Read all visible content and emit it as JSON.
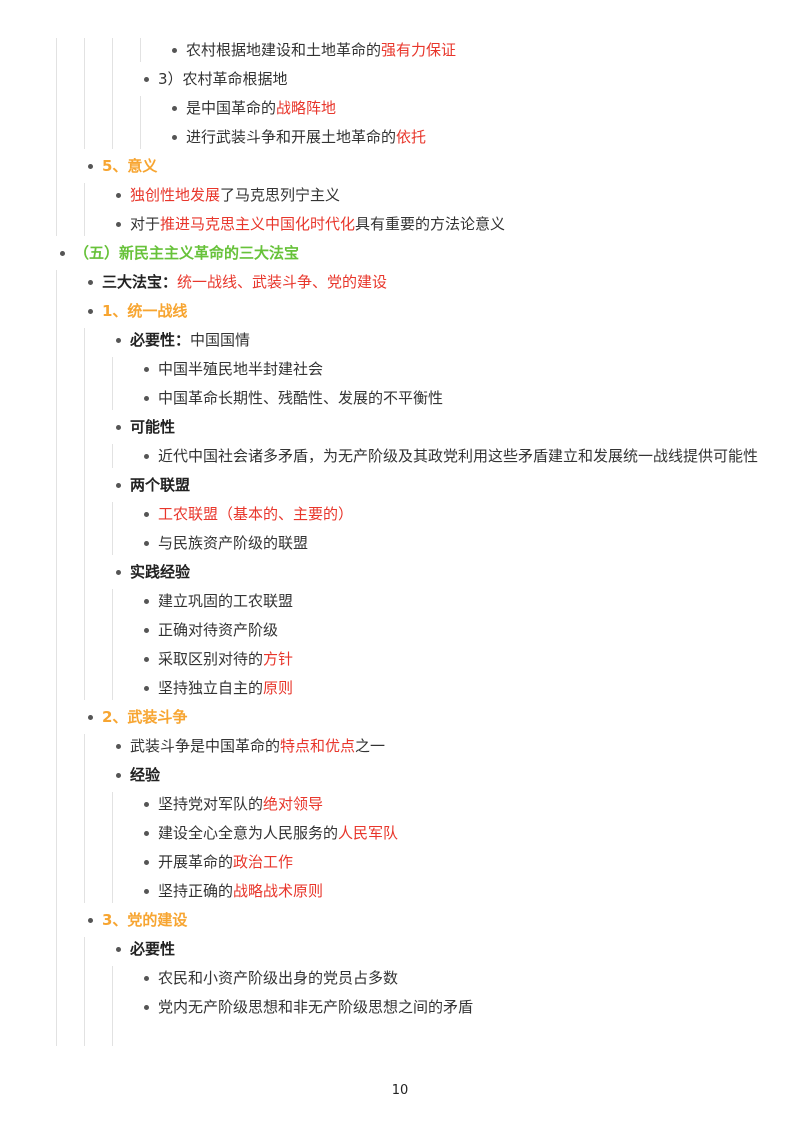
{
  "colors": {
    "red": "#e8362b",
    "orange": "#f7a531",
    "green": "#67c23a"
  },
  "outline": [
    {
      "cont": true,
      "children": [
        {
          "cont": true,
          "children": [
            {
              "cont": true,
              "children": [
                {
                  "cont": true,
                  "children": [
                    {
                      "segs": [
                        {
                          "t": "农村根据地建设和土地革命的",
                          "c": ""
                        },
                        {
                          "t": "强有力保证",
                          "c": "red"
                        }
                      ]
                    }
                  ]
                },
                {
                  "segs": [
                    {
                      "t": "3）农村革命根据地",
                      "c": ""
                    }
                  ],
                  "children": [
                    {
                      "segs": [
                        {
                          "t": "是中国革命的",
                          "c": ""
                        },
                        {
                          "t": "战略阵地",
                          "c": "red"
                        }
                      ]
                    },
                    {
                      "segs": [
                        {
                          "t": "进行武装斗争和开展土地革命的",
                          "c": ""
                        },
                        {
                          "t": "依托",
                          "c": "red"
                        }
                      ]
                    }
                  ]
                }
              ]
            }
          ]
        },
        {
          "segs": [
            {
              "t": "5、意义",
              "c": "orange"
            }
          ],
          "children": [
            {
              "segs": [
                {
                  "t": "独创性地发展",
                  "c": "red"
                },
                {
                  "t": "了马克思列宁主义",
                  "c": ""
                }
              ]
            },
            {
              "segs": [
                {
                  "t": "对于",
                  "c": ""
                },
                {
                  "t": "推进马克思主义中国化时代化",
                  "c": "red"
                },
                {
                  "t": "具有重要的方法论意义",
                  "c": ""
                }
              ]
            }
          ]
        }
      ]
    },
    {
      "segs": [
        {
          "t": "（五）新民主主义革命的三大法宝",
          "c": "green"
        }
      ],
      "children": [
        {
          "segs": [
            {
              "t": "三大法宝：",
              "c": "bold"
            },
            {
              "t": "统一战线、武装斗争、党的建设",
              "c": "red"
            }
          ]
        },
        {
          "segs": [
            {
              "t": "1、统一战线",
              "c": "orange"
            }
          ],
          "children": [
            {
              "segs": [
                {
                  "t": "必要性：",
                  "c": "bold"
                },
                {
                  "t": "中国国情",
                  "c": ""
                }
              ],
              "children": [
                {
                  "segs": [
                    {
                      "t": "中国半殖民地半封建社会",
                      "c": ""
                    }
                  ]
                },
                {
                  "segs": [
                    {
                      "t": "中国革命长期性、残酷性、发展的不平衡性",
                      "c": ""
                    }
                  ]
                }
              ]
            },
            {
              "segs": [
                {
                  "t": "可能性",
                  "c": "bold"
                }
              ],
              "children": [
                {
                  "segs": [
                    {
                      "t": "近代中国社会诸多矛盾，为无产阶级及其政党利用这些矛盾建立和发展统一战线提供可能性",
                      "c": ""
                    }
                  ]
                }
              ]
            },
            {
              "segs": [
                {
                  "t": "两个联盟",
                  "c": "bold"
                }
              ],
              "children": [
                {
                  "segs": [
                    {
                      "t": "工农联盟（基本的、主要的）",
                      "c": "red"
                    }
                  ]
                },
                {
                  "segs": [
                    {
                      "t": "与民族资产阶级的联盟",
                      "c": ""
                    }
                  ]
                }
              ]
            },
            {
              "segs": [
                {
                  "t": "实践经验",
                  "c": "bold"
                }
              ],
              "children": [
                {
                  "segs": [
                    {
                      "t": "建立巩固的工农联盟",
                      "c": ""
                    }
                  ]
                },
                {
                  "segs": [
                    {
                      "t": "正确对待资产阶级",
                      "c": ""
                    }
                  ]
                },
                {
                  "segs": [
                    {
                      "t": "采取区别对待的",
                      "c": ""
                    },
                    {
                      "t": "方针",
                      "c": "red"
                    }
                  ]
                },
                {
                  "segs": [
                    {
                      "t": "坚持独立自主的",
                      "c": ""
                    },
                    {
                      "t": "原则",
                      "c": "red"
                    }
                  ]
                }
              ]
            }
          ]
        },
        {
          "segs": [
            {
              "t": "2、武装斗争",
              "c": "orange"
            }
          ],
          "children": [
            {
              "segs": [
                {
                  "t": "武装斗争是中国革命的",
                  "c": ""
                },
                {
                  "t": "特点和优点",
                  "c": "red"
                },
                {
                  "t": "之一",
                  "c": ""
                }
              ]
            },
            {
              "segs": [
                {
                  "t": "经验",
                  "c": "bold"
                }
              ],
              "children": [
                {
                  "segs": [
                    {
                      "t": "坚持党对军队的",
                      "c": ""
                    },
                    {
                      "t": "绝对领导",
                      "c": "red"
                    }
                  ]
                },
                {
                  "segs": [
                    {
                      "t": "建设全心全意为人民服务的",
                      "c": ""
                    },
                    {
                      "t": "人民军队",
                      "c": "red"
                    }
                  ]
                },
                {
                  "segs": [
                    {
                      "t": "开展革命的",
                      "c": ""
                    },
                    {
                      "t": "政治工作",
                      "c": "red"
                    }
                  ]
                },
                {
                  "segs": [
                    {
                      "t": "坚持正确的",
                      "c": ""
                    },
                    {
                      "t": "战略战术原则",
                      "c": "red"
                    }
                  ]
                }
              ]
            }
          ]
        },
        {
          "segs": [
            {
              "t": "3、党的建设",
              "c": "orange"
            }
          ],
          "children": [
            {
              "segs": [
                {
                  "t": "必要性",
                  "c": "bold"
                }
              ],
              "children": [
                {
                  "segs": [
                    {
                      "t": "农民和小资产阶级出身的党员占多数",
                      "c": ""
                    }
                  ]
                },
                {
                  "segs": [
                    {
                      "t": "党内无产阶级思想和非无产阶级思想之间的矛盾",
                      "c": ""
                    }
                  ]
                }
              ]
            }
          ]
        }
      ]
    }
  ],
  "page_number": "10"
}
